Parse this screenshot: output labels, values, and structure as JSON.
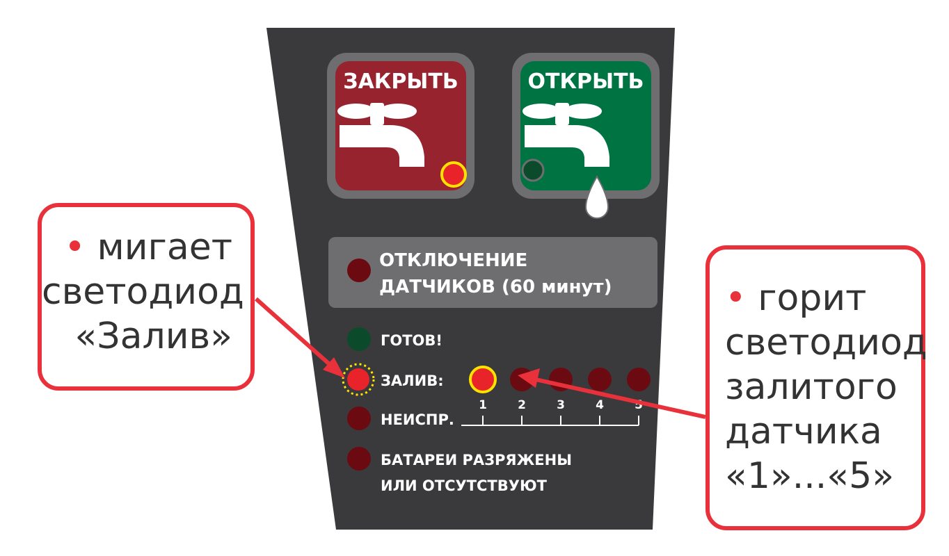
{
  "buttons": {
    "close": {
      "label": "ЗАКРЫТЬ",
      "color": "#97232f",
      "led_color": "#e8232a"
    },
    "open": {
      "label": "ОТКРЫТЬ",
      "color": "#007343",
      "led_color": "#0c4a2c"
    }
  },
  "sensors_off": {
    "line1": "ОТКЛЮЧЕНИЕ",
    "line2": "ДАТЧИКОВ (60 минут)"
  },
  "indicators": {
    "ready": "ГОТОВ!",
    "flood": "ЗАЛИВ:",
    "fault": "НЕИСПР.",
    "battery_line1": "БАТАРЕИ РАЗРЯЖЕНЫ",
    "battery_line2": "ИЛИ ОТСУТСТВУЮТ"
  },
  "sensor_numbers": [
    "1",
    "2",
    "3",
    "4",
    "5"
  ],
  "lit_sensor": 1,
  "callouts": {
    "left": {
      "bullet": "•",
      "line1": " мигает",
      "line2": "светодиод",
      "line3": "«Залив»"
    },
    "right": {
      "bullet": "•",
      "line1": " горит",
      "line2": "светодиод",
      "line3": "залитого",
      "line4": "датчика",
      "line5": "«1»...«5»"
    }
  },
  "colors": {
    "panel": "#3a393b",
    "led_red_on": "#e8232a",
    "led_red_off": "#6b0a10",
    "led_green_off": "#0c4a2c",
    "accent": "#e8313a",
    "ring_yellow": "#ffe200"
  }
}
